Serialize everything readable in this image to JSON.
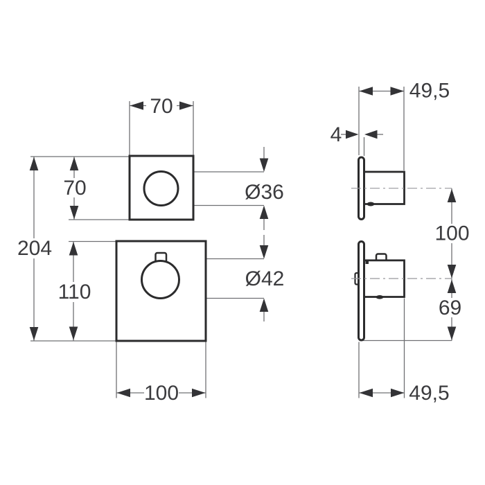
{
  "drawing": {
    "type": "technical-dimension-drawing",
    "subject": "concealed-thermostat-mixer-trim-front-and-side-views",
    "labels": {
      "small_escutcheon_width": "70",
      "small_escutcheon_height": "70",
      "overall_height": "204",
      "large_escutcheon_height": "110",
      "large_escutcheon_width": "100",
      "small_diameter": "Ø36",
      "large_diameter": "Ø42",
      "depth_top": "49,5",
      "plate_thickness": "4",
      "center_spacing": "100",
      "center_to_bottom": "69",
      "depth_bottom": "49,5"
    },
    "colors": {
      "background": "#ffffff",
      "object_line": "#2b2b2c",
      "dimension_line": "#6f7073",
      "centerline": "#98989c",
      "arrow": "#333336",
      "text": "#3b3b3e"
    }
  }
}
